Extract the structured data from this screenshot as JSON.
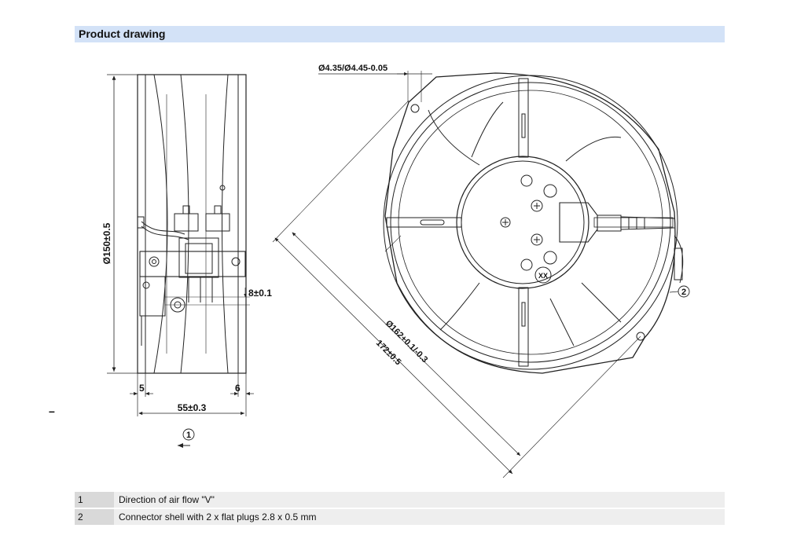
{
  "header": {
    "title": "Product drawing"
  },
  "dimensions": {
    "diameter_150": "Ø150±0.5",
    "offset_8": "8±0.1",
    "left_5": "5",
    "right_6": "6",
    "width_55": "55±0.3",
    "hole": "Ø4.35/Ø4.45-0.05",
    "diameter_162": "Ø162+0.1/-0.3",
    "span_172": "172±0.5"
  },
  "callouts": {
    "airflow_marker": "1",
    "connector_marker": "2",
    "rotor_mark": "XX"
  },
  "legend": [
    {
      "num": "1",
      "text": "Direction of air flow \"V\""
    },
    {
      "num": "2",
      "text": "Connector shell with 2 x flat plugs 2.8 x 0.5 mm"
    }
  ],
  "colors": {
    "header_bg": "#d3e2f7",
    "line": "#222222"
  }
}
